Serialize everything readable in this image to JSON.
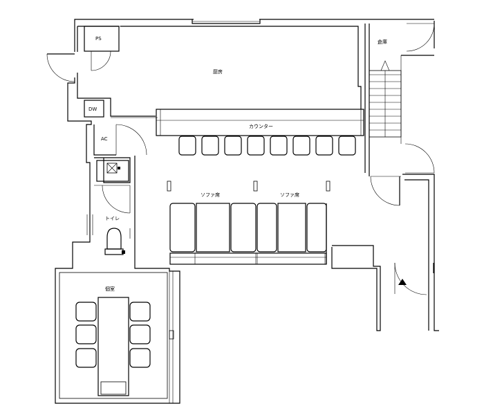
{
  "labels": {
    "ps": "PS",
    "kitchen": "厨房",
    "storage": "倉庫",
    "dw": "DW",
    "ac": "AC",
    "counter": "カウンター",
    "sofa_left": "ソファ席",
    "sofa_right": "ソファ席",
    "toilet": "トイレ",
    "private_room": "個室"
  }
}
